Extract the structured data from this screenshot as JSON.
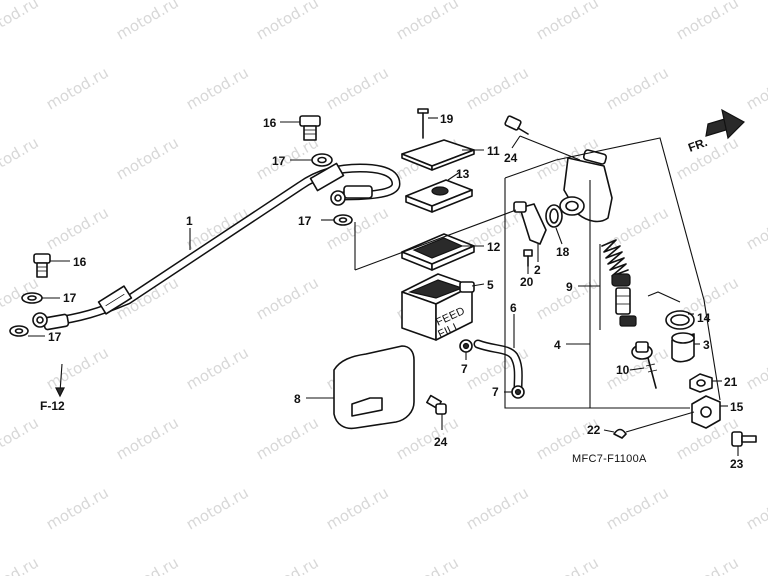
{
  "watermark": "motod.ru",
  "diagram_code": "MFC7-F1100A",
  "direction_label": "FR.",
  "reference_label": "F-12",
  "embossed_text": [
    "FEED",
    "FILL"
  ],
  "callouts": {
    "c1": "1",
    "c2": "2",
    "c3": "3",
    "c4": "4",
    "c5": "5",
    "c6": "6",
    "c7a": "7",
    "c7b": "7",
    "c8": "8",
    "c9": "9",
    "c10": "10",
    "c11": "11",
    "c12": "12",
    "c13": "13",
    "c14": "14",
    "c15": "15",
    "c16a": "16",
    "c16b": "16",
    "c17a": "17",
    "c17b": "17",
    "c17c": "17",
    "c17d": "17",
    "c18": "18",
    "c19": "19",
    "c20": "20",
    "c21": "21",
    "c22": "22",
    "c23": "23",
    "c24a": "24",
    "c24b": "24"
  }
}
